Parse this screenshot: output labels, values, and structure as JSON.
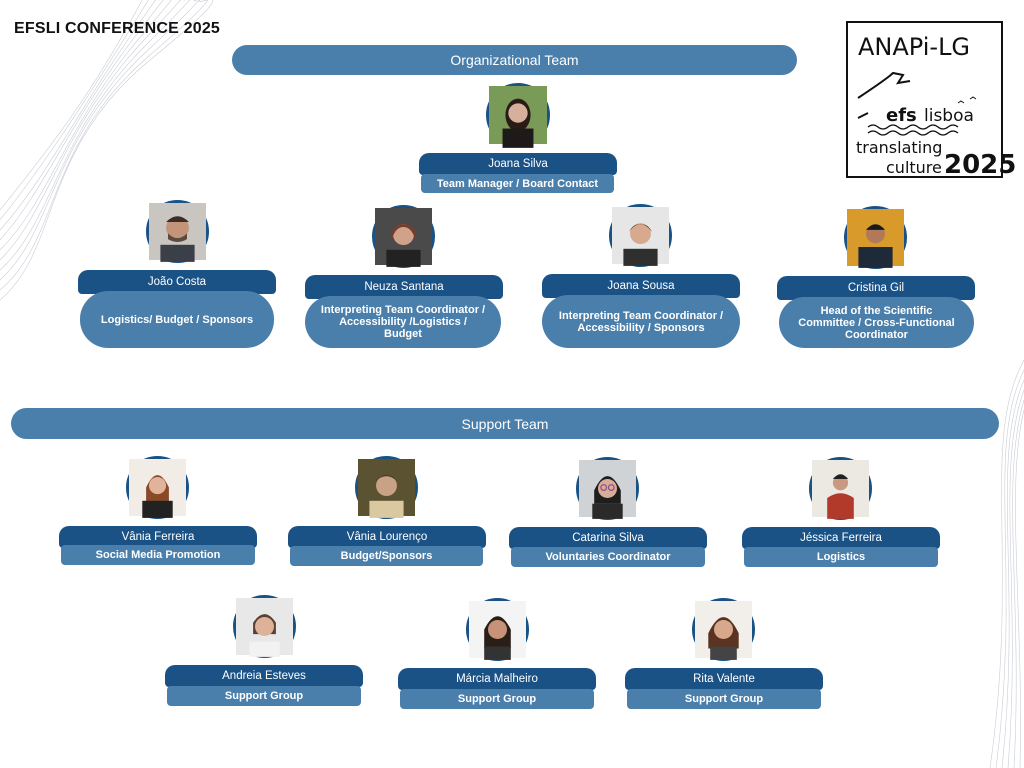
{
  "header": {
    "title": "EFSLI CONFERENCE 2025"
  },
  "logo": {
    "line1": "ANAPi-LG",
    "line2": "efs",
    "line3": "lisboa",
    "line4": "translating",
    "line5": "culture",
    "year": "2025"
  },
  "org_team": {
    "title": "Organizational Team",
    "manager": {
      "name": "Joana Silva",
      "role": "Team Manager / Board Contact"
    },
    "members": [
      {
        "name": "João Costa",
        "role": "Logistics/ Budget / Sponsors"
      },
      {
        "name": "Neuza Santana",
        "role": "Interpreting Team Coordinator / Accessibility /Logistics / Budget"
      },
      {
        "name": "Joana Sousa",
        "role": "Interpreting Team Coordinator / Accessibility / Sponsors"
      },
      {
        "name": "Cristina Gil",
        "role": "Head of the Scientific Committee / Cross-Functional Coordinator"
      }
    ]
  },
  "support_team": {
    "title": "Support Team",
    "row1": [
      {
        "name": "Vânia Ferreira",
        "role": "Social Media Promotion"
      },
      {
        "name": "Vânia Lourenço",
        "role": "Budget/Sponsors"
      },
      {
        "name": "Catarina Silva",
        "role": "Voluntaries Coordinator"
      },
      {
        "name": "Jéssica Ferreira",
        "role": "Logistics"
      }
    ],
    "row2": [
      {
        "name": "Andreia Esteves",
        "role": "Support Group"
      },
      {
        "name": "Márcia Malheiro",
        "role": "Support Group"
      },
      {
        "name": "Rita Valente",
        "role": "Support Group"
      }
    ]
  },
  "colors": {
    "dark_blue": "#1a5286",
    "mid_blue": "#4a7fac",
    "avatar_border": "#1a5286"
  },
  "icons": [
    "person-avatar-icon",
    "conference-logo"
  ]
}
